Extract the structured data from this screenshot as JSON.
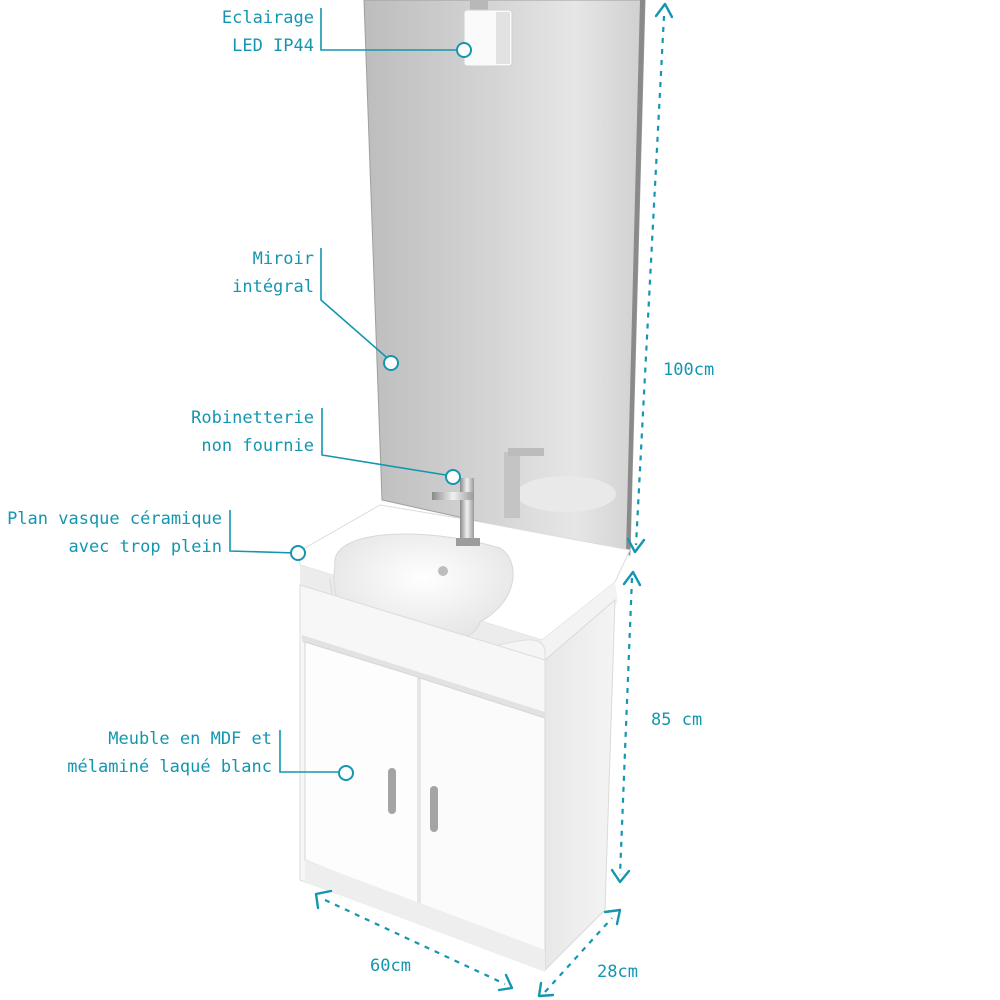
{
  "colors": {
    "accent": "#1496b0",
    "cabinet": "#f6f6f6",
    "mirror": "#c8c8c8"
  },
  "callouts": {
    "lighting": {
      "line1": "Eclairage",
      "line2": "LED IP44"
    },
    "mirror": {
      "line1": "Miroir",
      "line2": "intégral"
    },
    "faucet": {
      "line1": "Robinetterie",
      "line2": "non fournie"
    },
    "basin": {
      "line1": "Plan vasque céramique",
      "line2": "avec trop plein"
    },
    "cabinet": {
      "line1": "Meuble en MDF et",
      "line2": "mélaminé laqué blanc"
    }
  },
  "dimensions": {
    "mirror_height": "100cm",
    "cabinet_height": "85 cm",
    "width": "60cm",
    "depth": "28cm"
  }
}
